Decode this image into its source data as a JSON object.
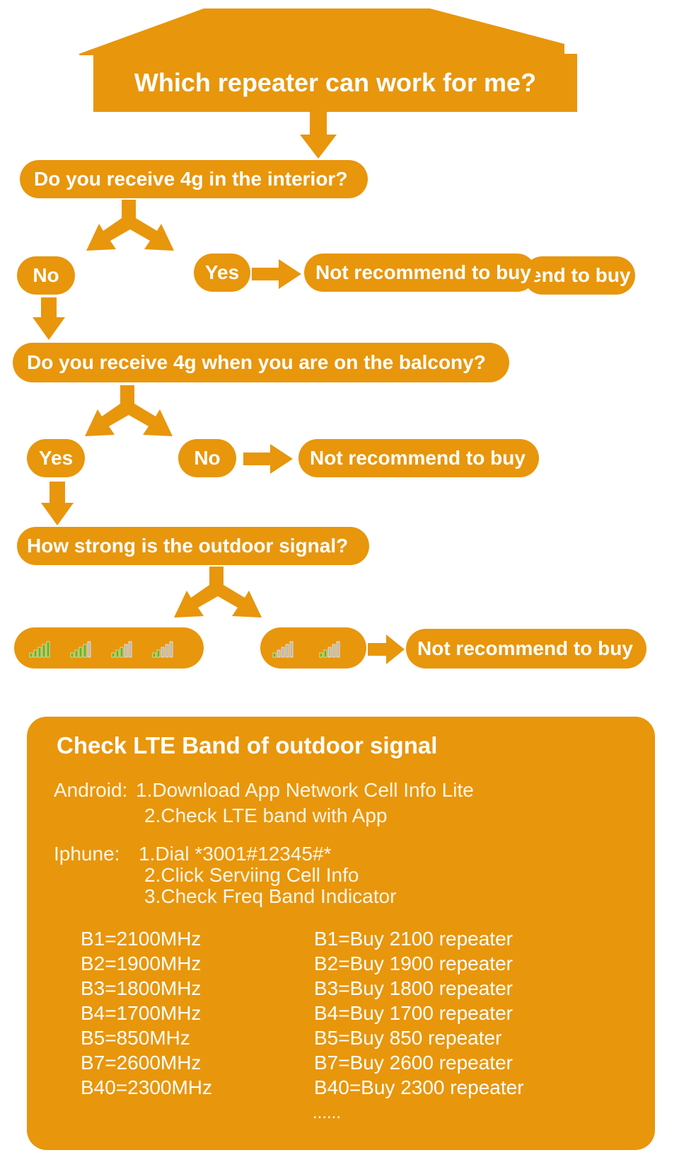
{
  "title": "Which repeater can work for me?",
  "questions": {
    "q1": "Do you receive 4g in the interior?",
    "q2": "Do you receive 4g when you are on the balcony?",
    "q3": "How strong is the outdoor signal?"
  },
  "answers": {
    "no1": "No",
    "yes1": "Yes",
    "yes2": "Yes",
    "no2": "No"
  },
  "outcomes": {
    "not_recommend_1": "Not recommend to buy",
    "not_recommend_1_overflow": "end to buy",
    "not_recommend_2": "Not recommend to buy",
    "not_recommend_3": "Not recommend to buy"
  },
  "signal_icons": {
    "strong": [
      "signal-5-bars-icon",
      "signal-4-bars-icon",
      "signal-3-bars-icon",
      "signal-2-bars-icon"
    ],
    "weak": [
      "signal-1-bar-icon",
      "signal-2-bars-icon"
    ]
  },
  "panel": {
    "heading": "Check LTE Band of outdoor signal",
    "android_label": "Android:",
    "android_step1": "1.Download App Network Cell Info Lite",
    "android_step2": "2.Check LTE band with App",
    "iphone_label": "Iphune:",
    "iphone_step1": "1.Dial *3001#12345#*",
    "iphone_step2": "2.Click Serviing Cell Info",
    "iphone_step3": "3.Check Freq Band Indicator",
    "bands": [
      {
        "band": "B1=2100MHz",
        "buy": "B1=Buy 2100 repeater"
      },
      {
        "band": "B2=1900MHz",
        "buy": "B2=Buy 1900 repeater"
      },
      {
        "band": "B3=1800MHz",
        "buy": "B3=Buy 1800 repeater"
      },
      {
        "band": "B4=1700MHz",
        "buy": "B4=Buy 1700 repeater"
      },
      {
        "band": "B5=850MHz",
        "buy": "B5=Buy 850 repeater"
      },
      {
        "band": "B7=2600MHz",
        "buy": "B7=Buy 2600 repeater"
      },
      {
        "band": "B40=2300MHz",
        "buy": "B40=Buy 2300 repeater"
      }
    ],
    "ellipsis": "......"
  },
  "colors": {
    "accent": "#e8960c",
    "signal_green": "#5cb82a",
    "signal_gray": "#b8b8b8"
  }
}
